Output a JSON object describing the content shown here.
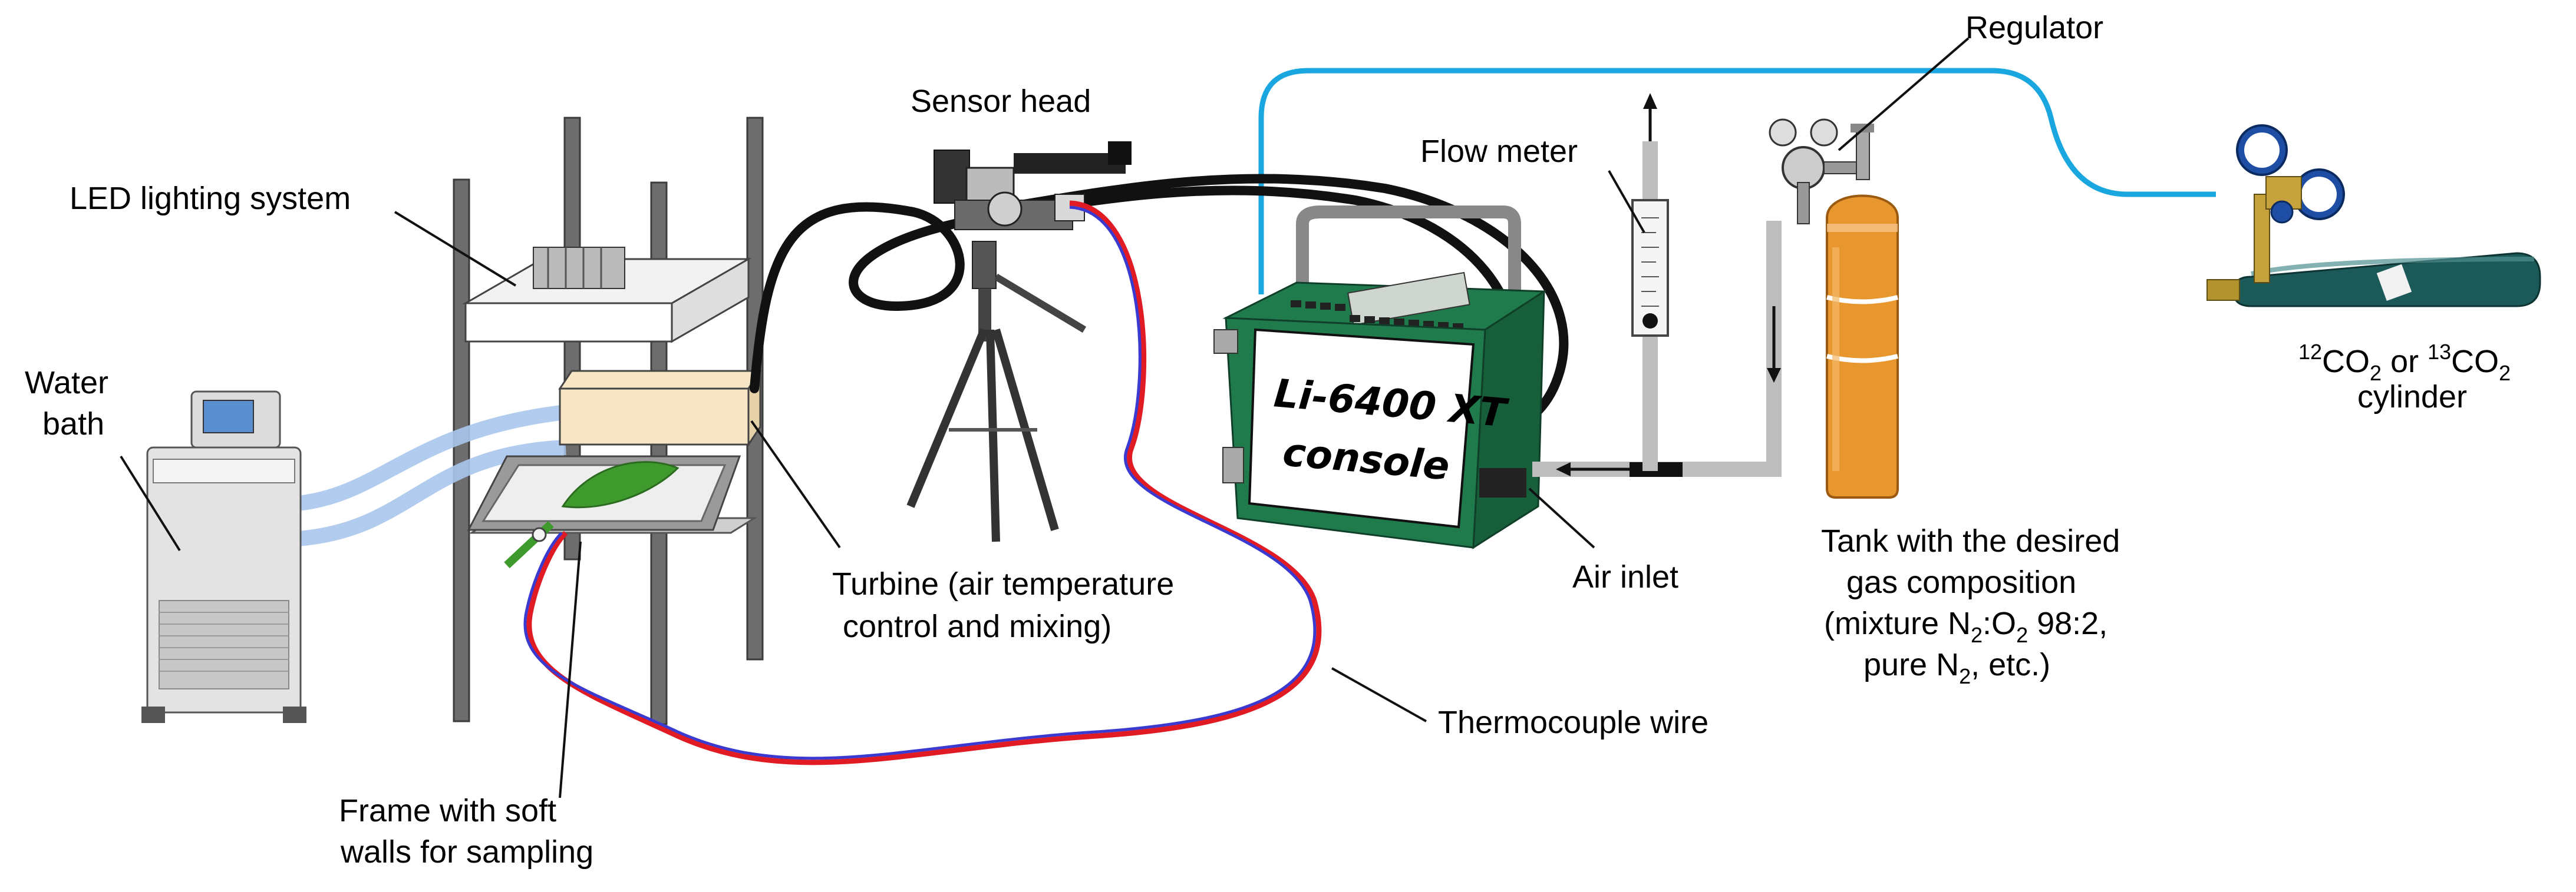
{
  "labels": {
    "sensor_head": "Sensor head",
    "regulator": "Regulator",
    "flow_meter": "Flow meter",
    "led": "LED lighting system",
    "water_bath_1": "Water",
    "water_bath_2": "bath",
    "cylinder_12": "12",
    "cylinder_co2a": "CO",
    "cylinder_2a": "2",
    "cylinder_or": " or ",
    "cylinder_13": "13",
    "cylinder_co2b": "CO",
    "cylinder_2b": "2",
    "cylinder_2": "cylinder",
    "console_1": "Li-6400 XT",
    "console_2": "console",
    "turbine_1": "Turbine (air temperature",
    "turbine_2": "control and mixing)",
    "air_inlet": "Air inlet",
    "tank_1": "Tank with the desired",
    "tank_2": "gas composition",
    "tank_3a": "(mixture N",
    "tank_3b": "2",
    "tank_3c": ":O",
    "tank_3d": "2",
    "tank_3e": " 98:2,",
    "tank_4a": "pure N",
    "tank_4b": "2",
    "tank_4c": ", etc.)",
    "thermocouple": "Thermocouple wire",
    "frame_1": "Frame with soft",
    "frame_2": "walls for sampling"
  },
  "colors": {
    "blue_tube": "#1aa7e0",
    "console_green": "#1f7a4c",
    "tank_orange": "#e8962e",
    "cylinder_teal": "#1c5a5a",
    "wire_red": "#e01b24",
    "wire_blue": "#3a3ad0",
    "hose_light_blue": "#a9c6ec",
    "leaf_green": "#3f9a2e",
    "turbine_beige": "#f6e6c6",
    "frame_gray": "#6d6d6d"
  }
}
